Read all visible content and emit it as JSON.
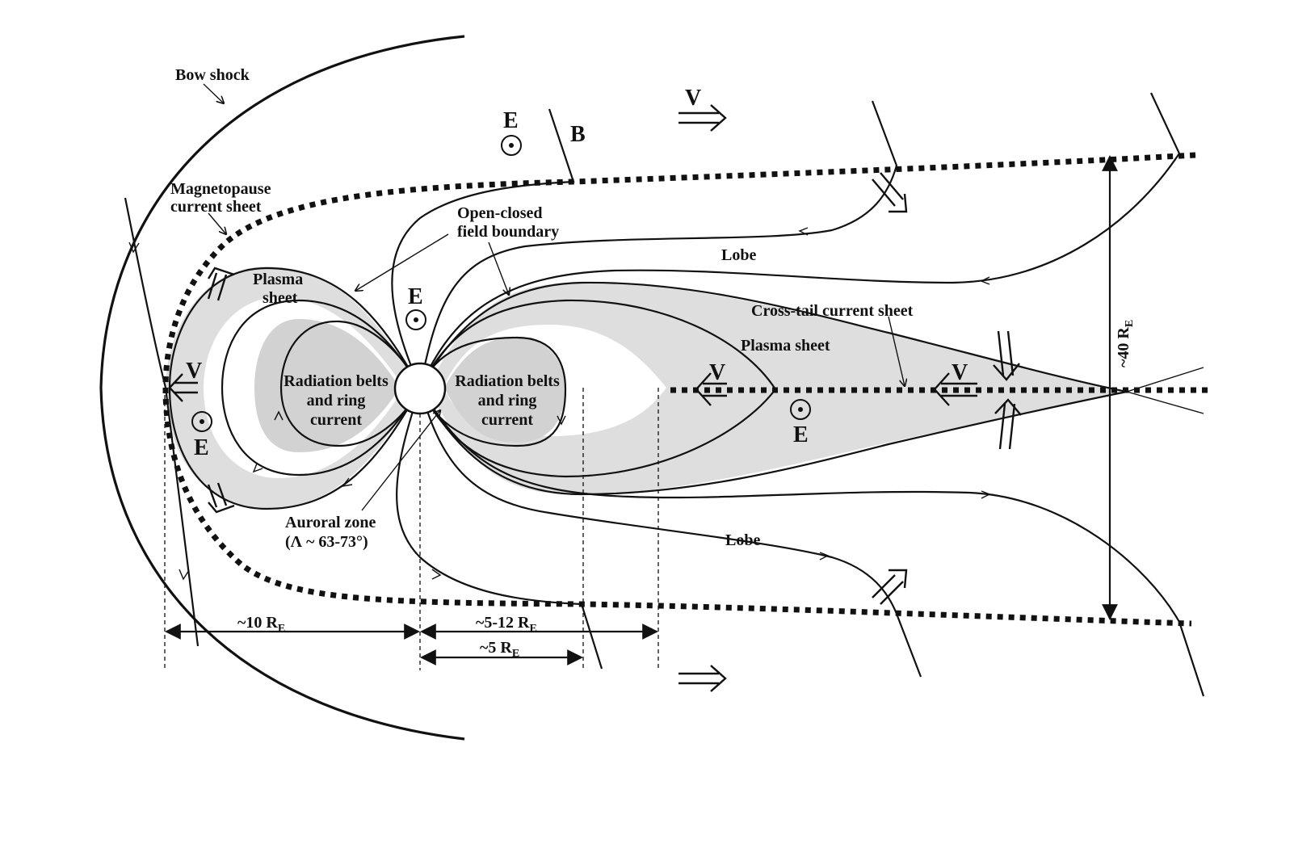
{
  "labels": {
    "bow_shock": "Bow shock",
    "magnetopause_1": "Magnetopause",
    "magnetopause_2": "current sheet",
    "open_closed_1": "Open-closed",
    "open_closed_2": "field boundary",
    "plasma_sheet_day_1": "Plasma",
    "plasma_sheet_day_2": "sheet",
    "plasma_sheet_tail": "Plasma sheet",
    "lobe_north": "Lobe",
    "lobe_south": "Lobe",
    "cross_tail": "Cross-tail current sheet",
    "rad_left_1": "Radiation belts",
    "rad_left_2": "and ring",
    "rad_left_3": "current",
    "rad_right_1": "Radiation belts",
    "rad_right_2": "and ring",
    "rad_right_3": "current",
    "auroral_1": "Auroral zone",
    "auroral_2": "(Λ ~ 63-73°)",
    "e_symbol": "E",
    "b_symbol": "B",
    "v_symbol": "V"
  },
  "distances": {
    "d1_prefix": "~10 R",
    "d2_prefix": "~5-12 R",
    "d3_prefix": "~5 R",
    "d4_prefix": "~40 R",
    "subscript": "E"
  },
  "colors": {
    "ink": "#111111",
    "plasma_fill": "#dedede",
    "belt_fill": "#d2d2d2",
    "gap_fill": "#ffffff"
  }
}
